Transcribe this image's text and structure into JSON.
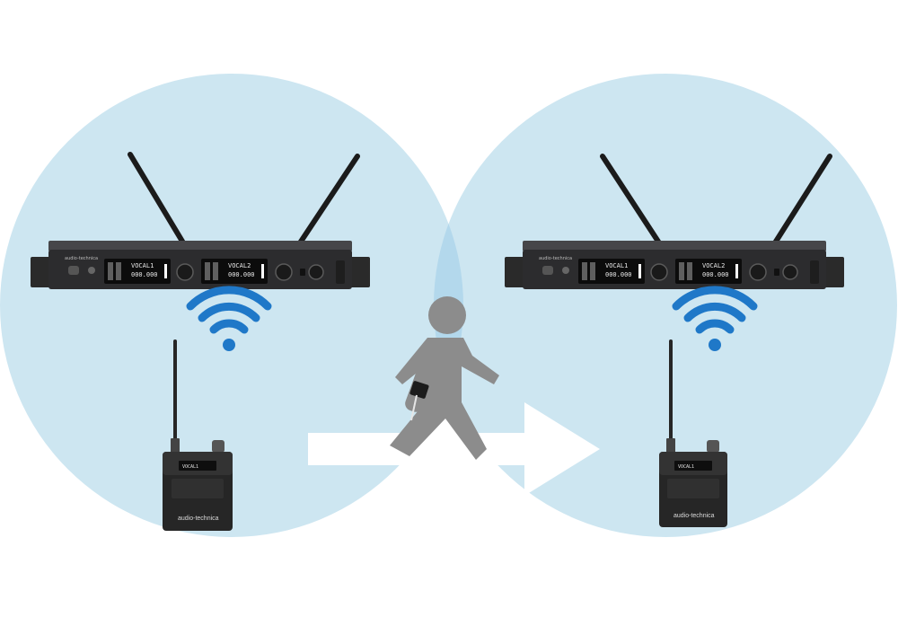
{
  "colors": {
    "coverage_fill": "#cde6f1",
    "overlap_fill": "#b3d8ec",
    "signal": "#1f78c8",
    "person": "#8c8c8c",
    "arrow": "#ffffff",
    "receiver_body": "#2c2c2e",
    "receiver_front": "#3a3a3d",
    "transmitter_body": "#262626"
  },
  "icons": [
    "wifi-signal-icon",
    "walking-person-icon",
    "right-arrow-icon",
    "antenna-icon"
  ],
  "receivers": [
    {
      "brand": "audio-technica",
      "displays": [
        {
          "line1": "VOCAL1",
          "line2": "000.000"
        },
        {
          "line1": "VOCAL2",
          "line2": "000.000"
        }
      ]
    },
    {
      "brand": "audio-technica",
      "displays": [
        {
          "line1": "VOCAL1",
          "line2": "000.000"
        },
        {
          "line1": "VOCAL2",
          "line2": "000.000"
        }
      ]
    }
  ],
  "transmitters": [
    {
      "brand": "audio-technica",
      "display": "VOCAL1"
    },
    {
      "brand": "audio-technica",
      "display": "VOCAL1"
    }
  ]
}
